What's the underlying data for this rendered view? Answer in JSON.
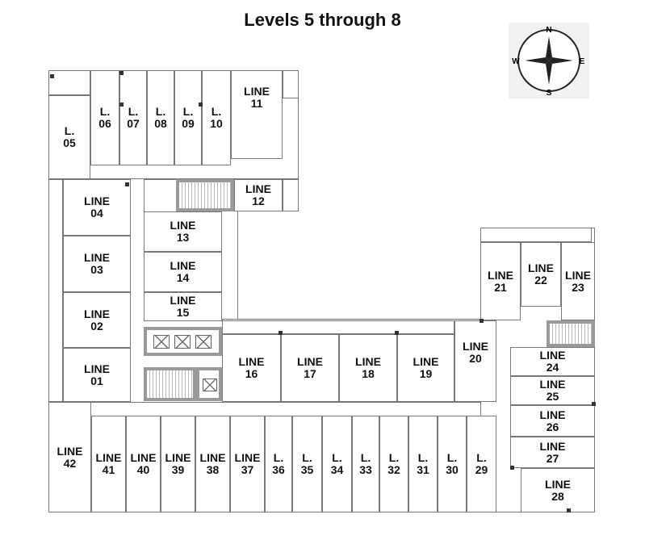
{
  "title": "Levels 5 through 8",
  "compass": {
    "n": "N",
    "s": "S",
    "e": "E",
    "w": "W"
  },
  "units": {
    "l05": "L.\n05",
    "l06": "L.\n06",
    "l07": "L.\n07",
    "l08": "L.\n08",
    "l09": "L.\n09",
    "l10": "L.\n10",
    "l11": "LINE\n11",
    "l12": "LINE\n12",
    "l13": "LINE\n13",
    "l14": "LINE\n14",
    "l15": "LINE\n15",
    "l04": "LINE\n04",
    "l03": "LINE\n03",
    "l02": "LINE\n02",
    "l01": "LINE\n01",
    "l16": "LINE\n16",
    "l17": "LINE\n17",
    "l18": "LINE\n18",
    "l19": "LINE\n19",
    "l20": "LINE\n20",
    "l21": "LINE\n21",
    "l22": "LINE\n22",
    "l23": "LINE\n23",
    "l24": "LINE\n24",
    "l25": "LINE\n25",
    "l26": "LINE\n26",
    "l27": "LINE\n27",
    "l28": "LINE\n28",
    "l42": "LINE\n42",
    "l41": "LINE\n41",
    "l40": "LINE\n40",
    "l39": "LINE\n39",
    "l38": "LINE\n38",
    "l37": "LINE\n37",
    "l36": "L.\n36",
    "l35": "L.\n35",
    "l34": "L.\n34",
    "l33": "L.\n33",
    "l32": "L.\n32",
    "l31": "L.\n31",
    "l30": "L.\n30",
    "l29": "L.\n29"
  }
}
